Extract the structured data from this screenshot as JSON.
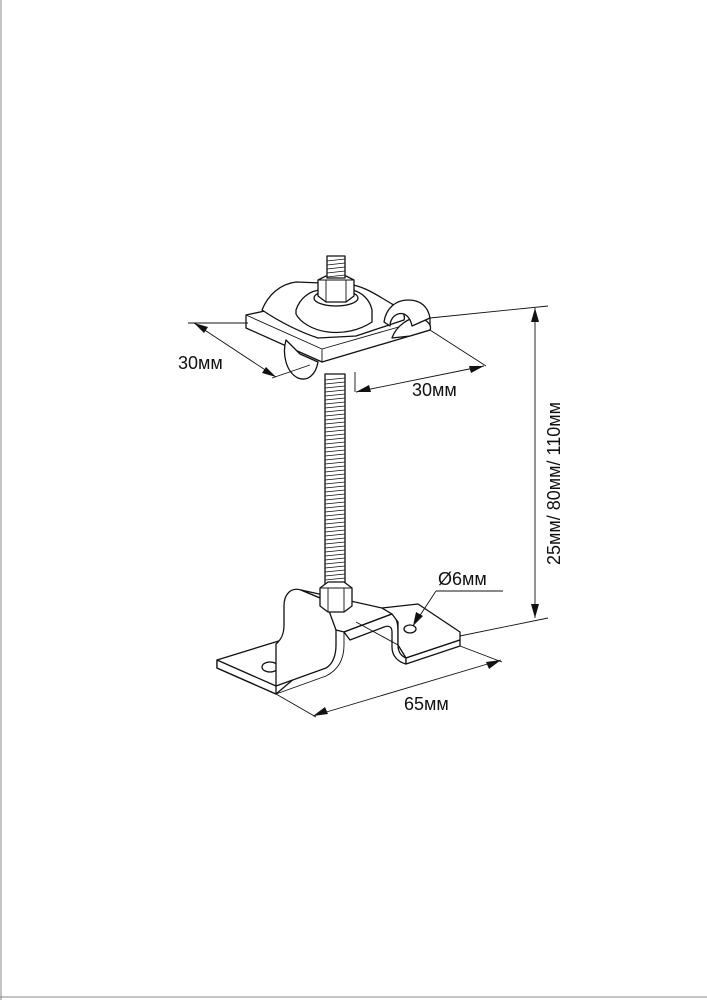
{
  "dimensions": {
    "top_width_left": "30мм",
    "top_width_right": "30мм",
    "height_options": "25мм/ 80мм/ 110мм",
    "hole_diameter": "Ø6мм",
    "base_length": "65мм"
  }
}
